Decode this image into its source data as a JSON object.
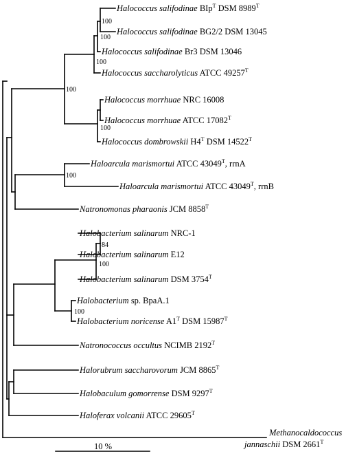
{
  "leaves": [
    {
      "id": "l1",
      "sp": "Halococcus salifodinae",
      "rest": "BIp",
      "sup": "T",
      "after": " DSM 8989",
      "sup2": "T"
    },
    {
      "id": "l2",
      "sp": "Halococcus salifodinae",
      "rest": "BG2/2 DSM 13045"
    },
    {
      "id": "l3",
      "sp": "Halococcus salifodinae",
      "rest": "Br3 DSM 13046"
    },
    {
      "id": "l4",
      "sp": "Halococcus saccharolyticus",
      "rest": "ATCC 49257",
      "sup": "T"
    },
    {
      "id": "l5",
      "sp": "Halococcus morrhuae",
      "rest": "NRC 16008"
    },
    {
      "id": "l6",
      "sp": "Halococcus morrhuae",
      "rest": "ATCC 17082",
      "sup": "T"
    },
    {
      "id": "l7",
      "sp": "Halococcus dombrowskii",
      "rest": "H4",
      "sup": "T",
      "after": " DSM 14522",
      "sup2": "T"
    },
    {
      "id": "l8",
      "sp": "Haloarcula marismortui",
      "rest": "ATCC 43049",
      "sup": "T",
      "after": ", rrnA"
    },
    {
      "id": "l9",
      "sp": "Haloarcula marismortui",
      "rest": "ATCC 43049",
      "sup": "T",
      "after": ", rrnB"
    },
    {
      "id": "l10",
      "sp": "Natronomonas pharaonis",
      "rest": "JCM 8858",
      "sup": "T"
    },
    {
      "id": "l11",
      "sp": "Halobacterium salinarum",
      "rest": "NRC-1"
    },
    {
      "id": "l12",
      "sp": "Halobacterium salinarum",
      "rest": "E12"
    },
    {
      "id": "l13",
      "sp": "Halobacterium salinarum",
      "rest": "DSM 3754",
      "sup": "T"
    },
    {
      "id": "l14",
      "sp": "Halobacterium",
      "rest": "sp.  BpaA.1"
    },
    {
      "id": "l15",
      "sp": "Halobacterium noricense",
      "rest": "A1",
      "sup": "T",
      "after": " DSM 15987",
      "sup2": "T"
    },
    {
      "id": "l16",
      "sp": "Natronococcus occultus",
      "rest": "NCIMB 2192",
      "sup": "T"
    },
    {
      "id": "l17",
      "sp": "Halorubrum saccharovorum",
      "rest": "JCM 8865",
      "sup": "T"
    },
    {
      "id": "l18",
      "sp": "Halobaculum gomorrense",
      "rest": "DSM 9297",
      "sup": "T"
    },
    {
      "id": "l19",
      "sp": "Haloferax volcanii",
      "rest": "ATCC 29605",
      "sup": "T"
    },
    {
      "id": "l20",
      "sp": "Methanocaldococcus",
      "sp2": "jannaschii",
      "rest": "DSM 2661",
      "sup": "T"
    }
  ],
  "bootstrap": [
    "100",
    "100",
    "100",
    "100",
    "100",
    "84",
    "100",
    "100"
  ],
  "scale_bar": {
    "label": "10 %"
  }
}
